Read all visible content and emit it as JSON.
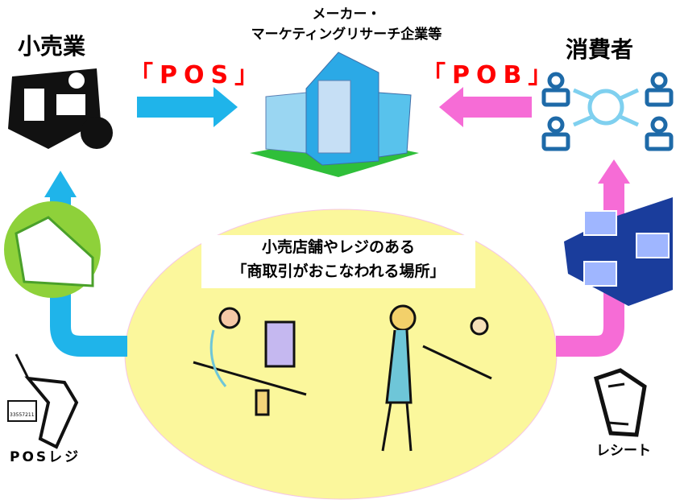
{
  "labels": {
    "retail": "小売業",
    "maker_line1": "メーカー・",
    "maker_line2": "マーケティングリサーチ企業等",
    "consumer": "消費者",
    "pos": "「POS」",
    "pob": "「POB」",
    "center_line1": "小売店舗やレジのある",
    "center_line2": "「商取引がおこなわれる場所」",
    "pos_register": "POSレジ",
    "receipt": "レシート",
    "barcode_digits": "33557211"
  },
  "colors": {
    "blue_arrow": "#1fb4ea",
    "pink_arrow": "#f66cd6",
    "ellipse": "#fbf79c",
    "red_text": "#ff0000"
  }
}
